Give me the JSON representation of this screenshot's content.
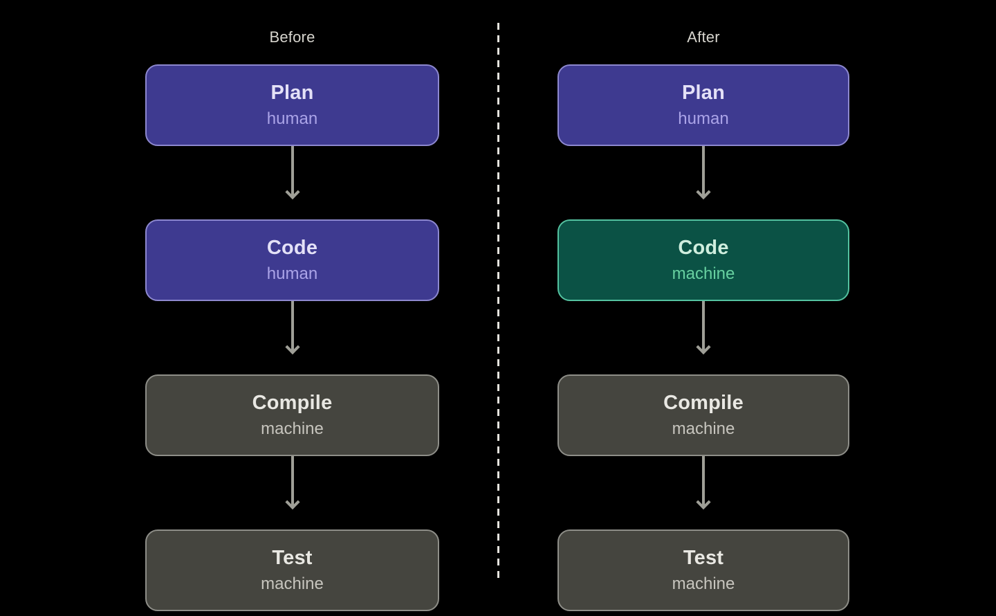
{
  "colors": {
    "background": "#000000",
    "title_text": "#d6d4cd",
    "arrow": "#9f9f97",
    "divider": "#e6e4de",
    "purple_fill": "#3e3a90",
    "purple_border": "#8d88cf",
    "purple_label": "#e4e1f7",
    "purple_sub": "#aba4e8",
    "green_fill": "#0b5245",
    "green_border": "#54c2a0",
    "green_label": "#cfeede",
    "green_sub": "#67d0a0",
    "gray_fill": "#45453f",
    "gray_border": "#8e8e88",
    "gray_label": "#e9e8e3",
    "gray_sub": "#c7c5be"
  },
  "columns": [
    {
      "title": "Before",
      "steps": [
        {
          "label": "Plan",
          "sublabel": "human",
          "variant": "purple"
        },
        {
          "label": "Code",
          "sublabel": "human",
          "variant": "purple"
        },
        {
          "label": "Compile",
          "sublabel": "machine",
          "variant": "gray"
        },
        {
          "label": "Test",
          "sublabel": "machine",
          "variant": "gray"
        }
      ]
    },
    {
      "title": "After",
      "steps": [
        {
          "label": "Plan",
          "sublabel": "human",
          "variant": "purple"
        },
        {
          "label": "Code",
          "sublabel": "machine",
          "variant": "green"
        },
        {
          "label": "Compile",
          "sublabel": "machine",
          "variant": "gray"
        },
        {
          "label": "Test",
          "sublabel": "machine",
          "variant": "gray"
        }
      ]
    }
  ]
}
